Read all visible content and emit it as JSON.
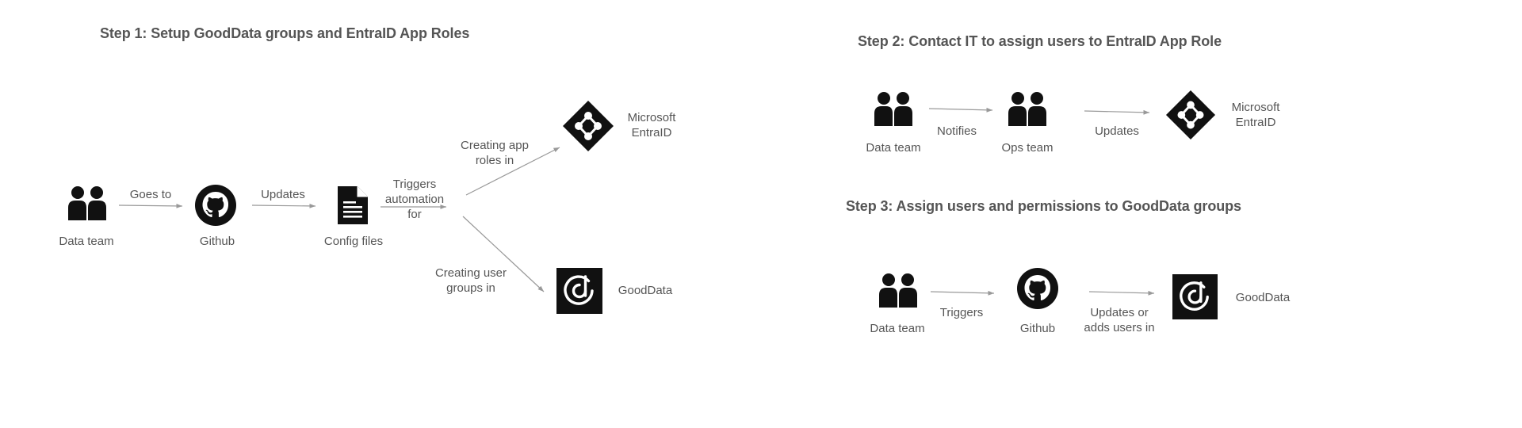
{
  "colors": {
    "icon": "#111111",
    "arrow": "#999999",
    "text": "#555555",
    "heading": "#555555"
  },
  "step1": {
    "title": "Step 1: Setup GoodData groups and EntraID App Roles",
    "data_team": "Data team",
    "github": "Github",
    "config_files": "Config files",
    "microsoft_line1": "Microsoft",
    "microsoft_line2": "EntraID",
    "gooddata": "GoodData",
    "edge_goes_to": "Goes to",
    "edge_updates": "Updates",
    "edge_triggers_1": "Triggers",
    "edge_triggers_2": "automation",
    "edge_triggers_3": "for",
    "edge_app_roles_1": "Creating app",
    "edge_app_roles_2": "roles in",
    "edge_user_groups_1": "Creating user",
    "edge_user_groups_2": "groups in"
  },
  "step2": {
    "title": "Step 2: Contact IT to assign users to EntraID App Role",
    "data_team": "Data team",
    "ops_team": "Ops team",
    "microsoft_line1": "Microsoft",
    "microsoft_line2": "EntraID",
    "edge_notifies": "Notifies",
    "edge_updates": "Updates"
  },
  "step3": {
    "title": "Step 3: Assign users and permissions to GoodData groups",
    "data_team": "Data team",
    "github": "Github",
    "gooddata": "GoodData",
    "edge_triggers": "Triggers",
    "edge_updates_1": "Updates or",
    "edge_updates_2": "adds users in"
  }
}
